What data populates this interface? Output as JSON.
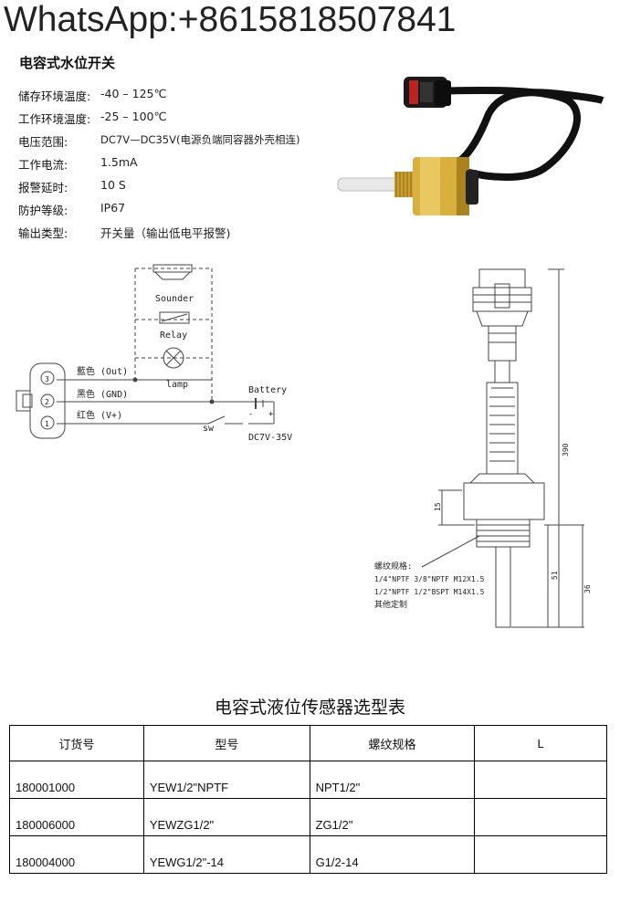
{
  "watermark": "WhatsApp:+8615818507841",
  "title": "电容式水位开关",
  "specs": [
    {
      "label": "储存环境温度:",
      "value": "-40 – 125℃"
    },
    {
      "label": "工作环境温度:",
      "value": "-25 – 100℃"
    },
    {
      "label": "电压范围:",
      "value": "DC7V—DC35V(电源负端同容器外壳相连)"
    },
    {
      "label": "工作电流:",
      "value": "1.5mA"
    },
    {
      "label": "报警延时:",
      "value": "10 S"
    },
    {
      "label": "防护等级:",
      "value": "IP67"
    },
    {
      "label": "输出类型:",
      "value": "开关量（输出低电平报警)"
    }
  ],
  "wiring": {
    "sounder": "Sounder",
    "relay": "Relay",
    "lamp": "lamp",
    "battery": "Battery",
    "sw": "sw",
    "voltage": "DC7V-35V",
    "wire_out": "藍色 (Out)",
    "wire_gnd": "黑色 (GND)",
    "wire_vplus": "红色 (V+)",
    "pin1": "3",
    "pin2": "2",
    "pin3": "1",
    "plus": "+",
    "minus": "-"
  },
  "drawing": {
    "dim_total": "390",
    "dim_hex": "15",
    "dim_probe1": "51",
    "dim_probe2": "36",
    "thread_title": "螺纹规格:",
    "thread_line1": "1/4\"NPTF 3/8\"NPTF M12X1.5",
    "thread_line2": "1/2\"NPTF 1/2\"BSPT M14X1.5",
    "thread_line3": "其他定制"
  },
  "table": {
    "title": "电容式液位传感器选型表",
    "headers": [
      "订货号",
      "型号",
      "螺纹规格",
      "L"
    ],
    "rows": [
      [
        "180001000",
        "YEW1/2\"NPTF",
        "NPT1/2\"",
        ""
      ],
      [
        "180006000",
        "YEWZG1/2\"",
        "ZG1/2\"",
        ""
      ],
      [
        "180004000",
        "YEWG1/2\"-14",
        "G1/2-14",
        ""
      ]
    ]
  }
}
